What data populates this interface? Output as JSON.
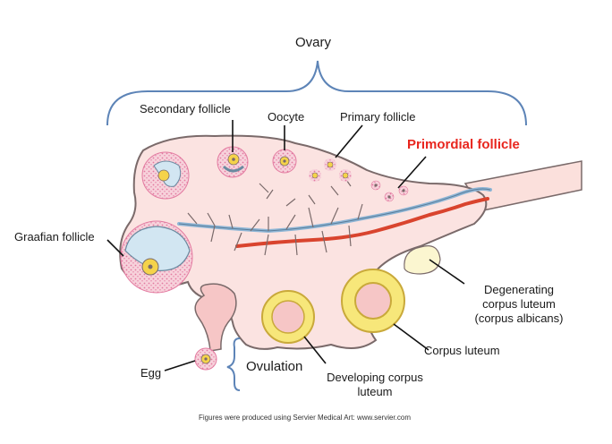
{
  "diagram": {
    "title": "Ovary",
    "labels": {
      "secondary_follicle": "Secondary follicle",
      "oocyte": "Oocyte",
      "primary_follicle": "Primary follicle",
      "primordial_follicle": "Primordial follicle",
      "graafian_follicle": "Graafian follicle",
      "degenerating_line1": "Degenerating",
      "degenerating_line2": "corpus luteum",
      "degenerating_line3": "(corpus albicans)",
      "corpus_luteum": "Corpus luteum",
      "egg": "Egg",
      "ovulation": "Ovulation",
      "developing_line1": "Developing corpus",
      "developing_line2": "luteum"
    },
    "credit": "Figures were produced using Servier Medical Art: www.servier.com",
    "colors": {
      "ovary_fill": "#fbe3e1",
      "ovary_outline": "#7a6a6a",
      "follicle_dots": "#e37aa0",
      "antrum": "#d2e6f2",
      "oocyte_fill": "#f5d34a",
      "corpus_luteum_fill": "#f7e77a",
      "vein": "#8eb6d6",
      "artery": "#d9442e",
      "brace": "#5d84b7",
      "highlight_label": "#e8261e"
    }
  }
}
